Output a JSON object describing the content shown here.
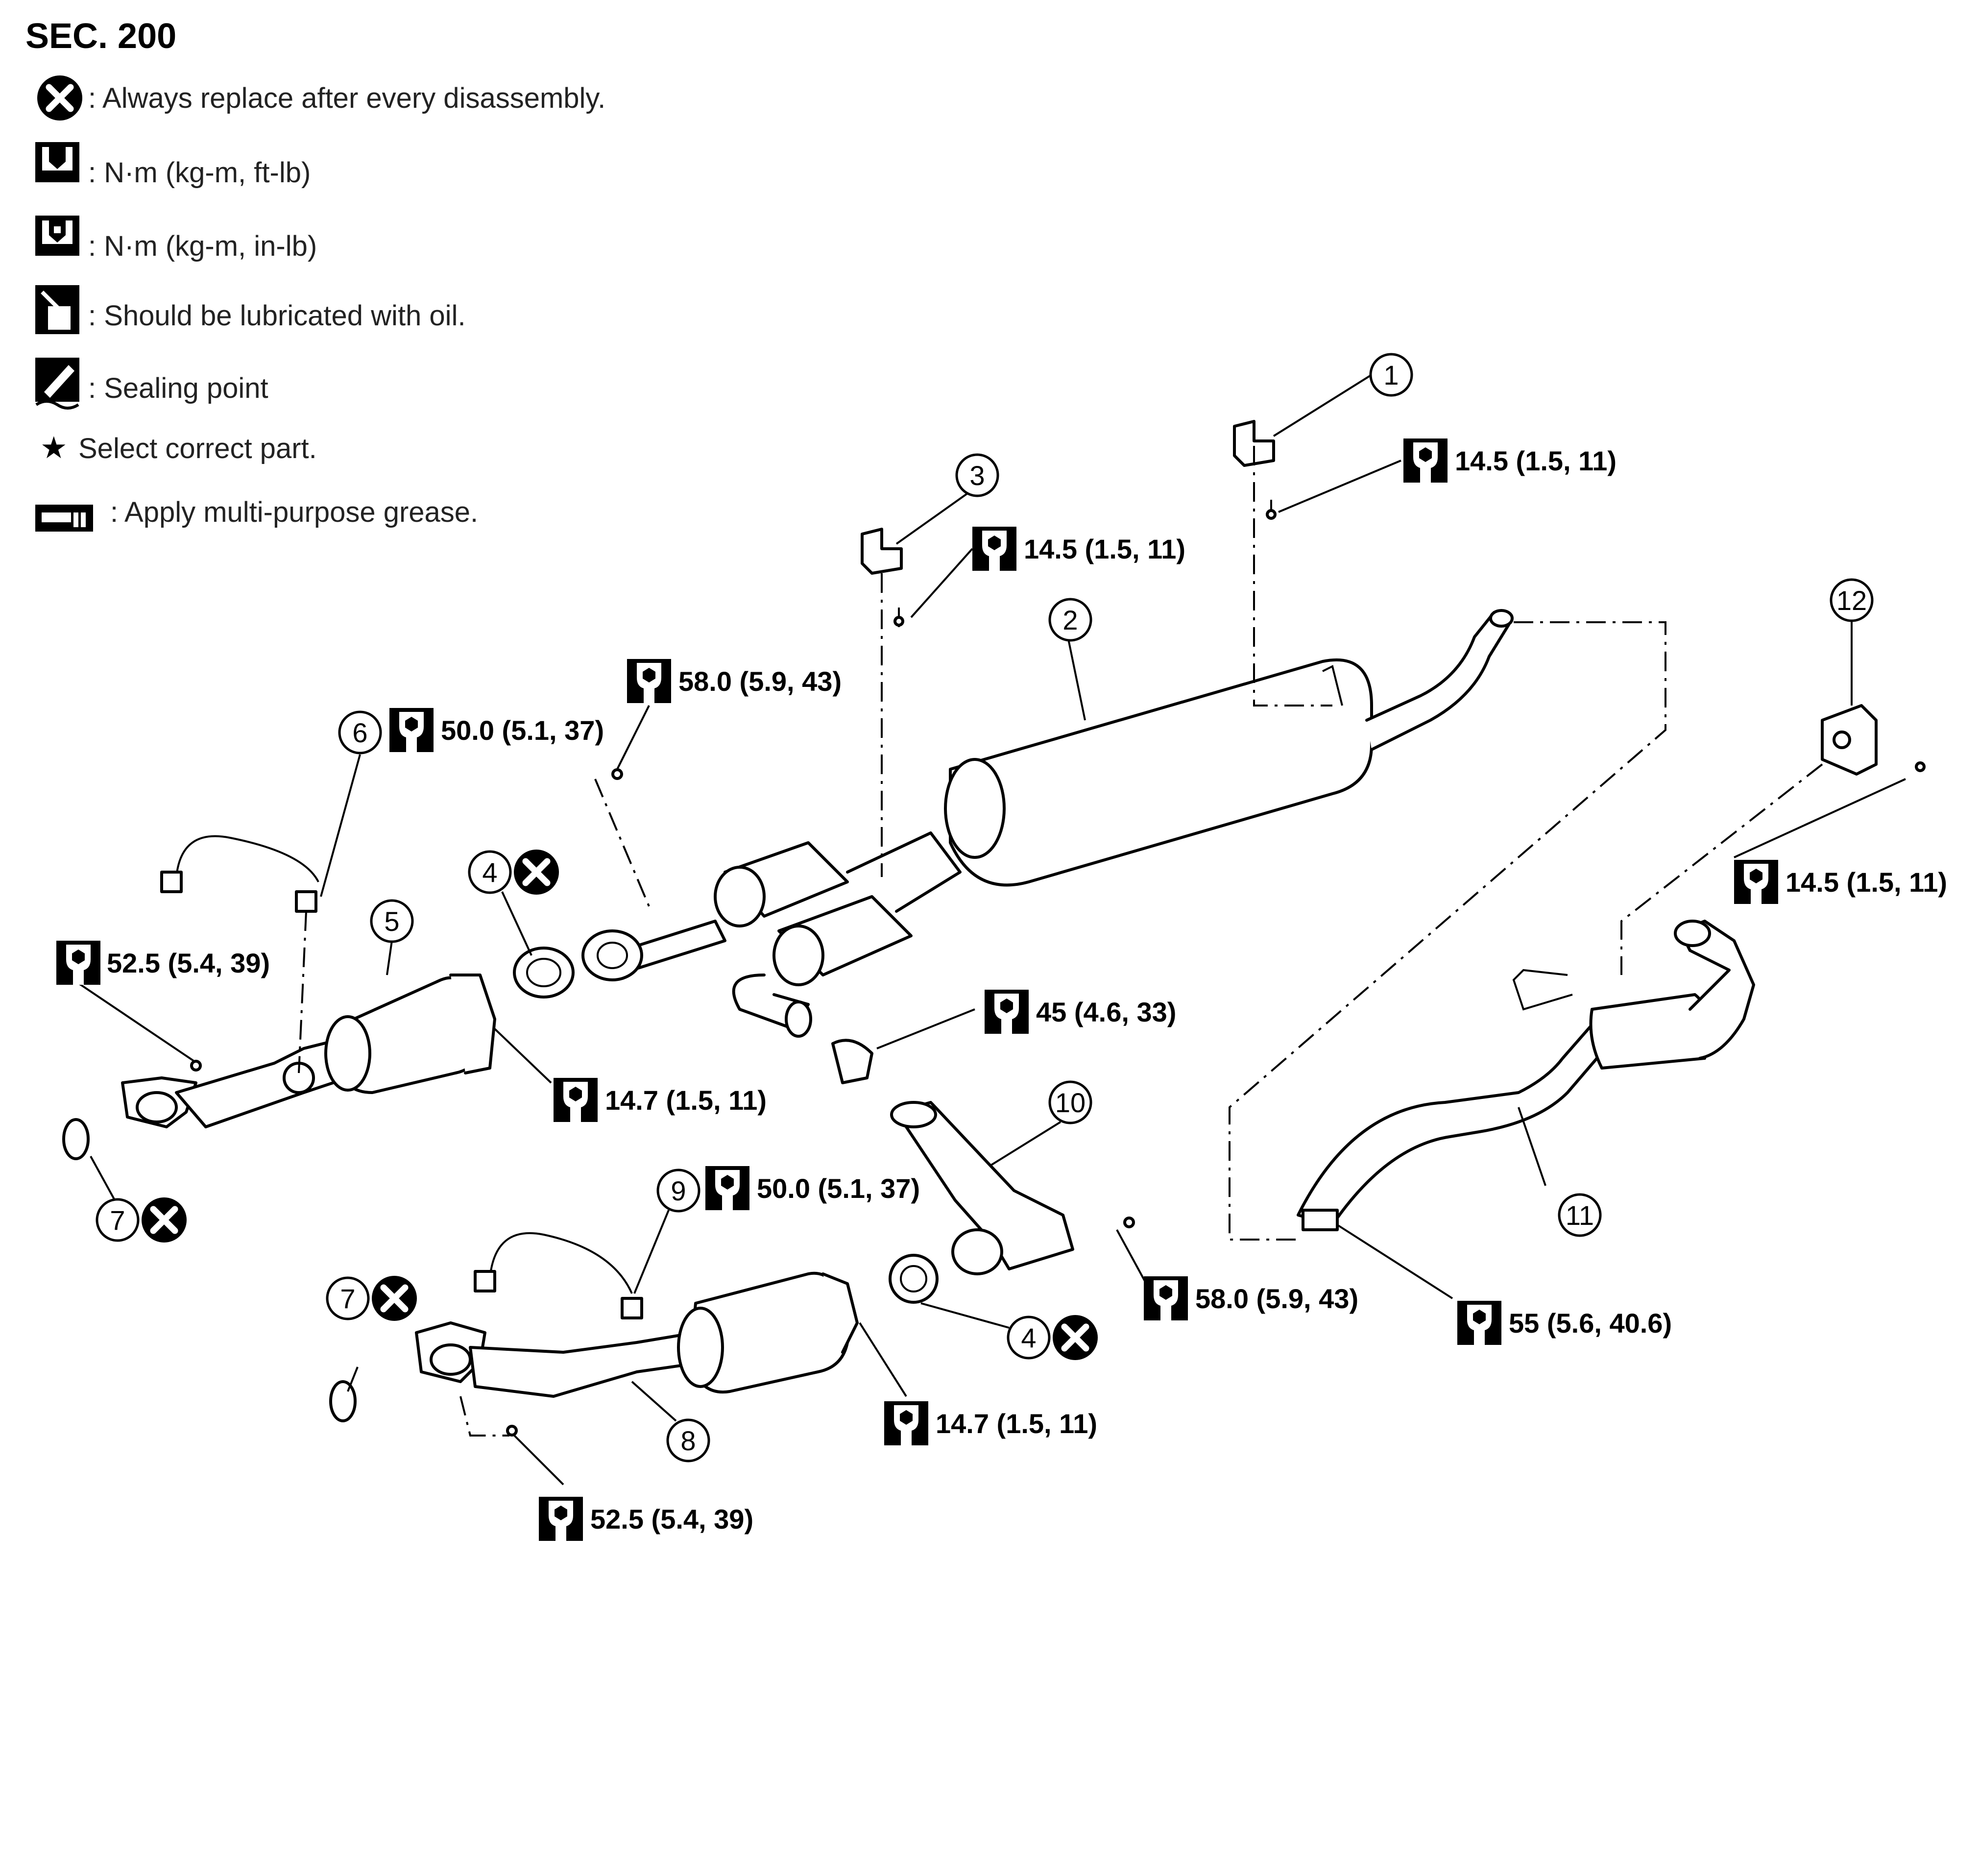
{
  "section": "SEC. 200",
  "legend": [
    {
      "icon": "replace-x-icon",
      "text": ": Always replace after every disassembly."
    },
    {
      "icon": "torque-wrench-icon",
      "text": ": N·m (kg-m, ft-lb)"
    },
    {
      "icon": "torque-wrench-inlb-icon",
      "text": ": N·m (kg-m, in-lb)"
    },
    {
      "icon": "oil-can-icon",
      "text": ": Should be lubricated with oil."
    },
    {
      "icon": "sealant-icon",
      "text": ": Sealing point"
    },
    {
      "icon": "star-icon",
      "text": "Select correct part."
    },
    {
      "icon": "grease-icon",
      "text": ": Apply multi-purpose grease."
    }
  ],
  "callouts": [
    "1",
    "2",
    "3",
    "4",
    "5",
    "6",
    "7",
    "8",
    "9",
    "10",
    "11",
    "12",
    "4",
    "7"
  ],
  "torques": [
    "14.5 (1.5, 11)",
    "14.5 (1.5, 11)",
    "58.0 (5.9, 43)",
    "50.0 (5.1, 37)",
    "52.5 (5.4, 39)",
    "14.7 (1.5, 11)",
    "45 (4.6, 33)",
    "50.0 (5.1, 37)",
    "58.0 (5.9, 43)",
    "14.7 (1.5, 11)",
    "52.5 (5.4, 39)",
    "14.5 (1.5, 11)",
    "55 (5.6, 40.6)"
  ]
}
